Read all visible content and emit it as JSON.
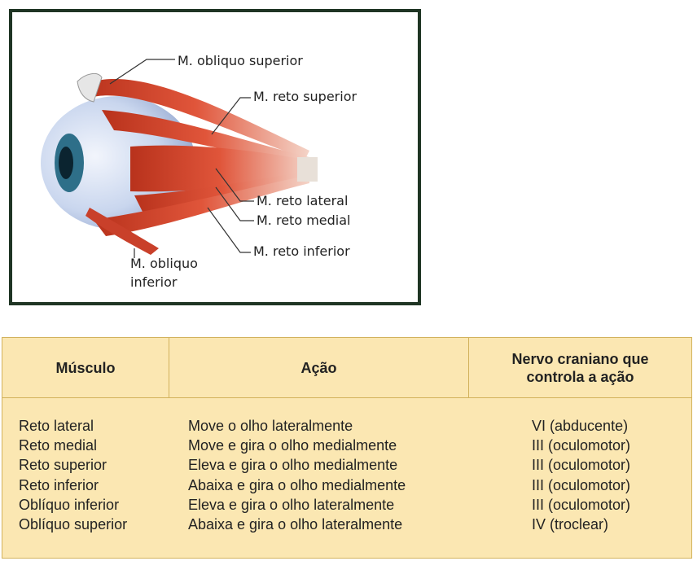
{
  "figure": {
    "labels": {
      "obliquo_superior": "M. obliquo superior",
      "reto_superior": "M. reto superior",
      "reto_lateral": "M. reto lateral",
      "reto_medial": "M. reto medial",
      "reto_inferior": "M. reto inferior",
      "obliquo_inferior_1": "M. obliquo",
      "obliquo_inferior_2": "inferior"
    }
  },
  "table": {
    "headers": [
      "Músculo",
      "Ação",
      "Nervo craniano que controla a ação"
    ],
    "rows": [
      [
        "Reto lateral",
        "Move o olho lateralmente",
        "VI (abducente)"
      ],
      [
        "Reto medial",
        "Move e gira o olho medialmente",
        "III (oculomotor)"
      ],
      [
        "Reto superior",
        "Eleva e gira o olho medialmente",
        "III (oculomotor)"
      ],
      [
        "Reto inferior",
        "Abaixa e gira o olho medialmente",
        "III (oculomotor)"
      ],
      [
        "Oblíquo inferior",
        "Eleva e gira o olho lateralmente",
        "III (oculomotor)"
      ],
      [
        "Oblíquo superior",
        "Abaixa e gira o olho lateralmente",
        "IV (troclear)"
      ]
    ]
  },
  "colors": {
    "muscle": "#d8472b",
    "eyeball": "#c9d6ee",
    "iris": "#1f5f7a",
    "frame": "#1f3524",
    "table_bg": "#fbe7b2"
  }
}
